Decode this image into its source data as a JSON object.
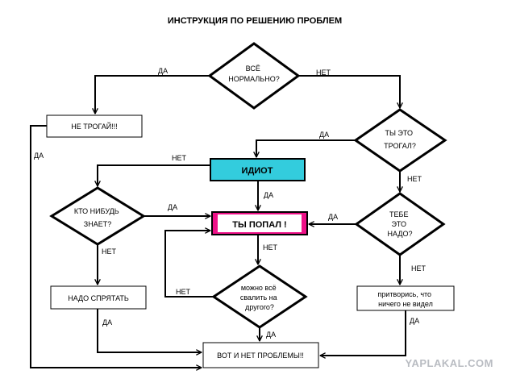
{
  "title": "ИНСТРУКЦИЯ ПО РЕШЕНИЮ ПРОБЛЕМ",
  "colors": {
    "line": "#000000",
    "idiot_fill": "#33ccdd",
    "popal_fill": "#ee1188",
    "watermark": "#b9bcc2"
  },
  "nodes": {
    "vse_normalno": [
      "ВСЁ",
      "НОРМАЛЬНО?"
    ],
    "ne_trogai": [
      "НЕ ТРОГАЙ!!!"
    ],
    "ty_eto_trogal": [
      "ТЫ ЭТО",
      "ТРОГАЛ?"
    ],
    "idiot": [
      "ИДИОТ"
    ],
    "kto_znaet": [
      "КТО НИБУДЬ",
      "ЗНАЕТ?"
    ],
    "ty_popal": [
      "ТЫ  ПОПАЛ !"
    ],
    "tebe_nado": [
      "ТЕБЕ",
      "ЭТО",
      "НАДО?"
    ],
    "nado_spryatat": [
      "НАДО СПРЯТАТЬ"
    ],
    "svalit": [
      "можно всё",
      "свалить на",
      "другого?"
    ],
    "pritvoris": [
      "притворись, что",
      "ничего    не видел"
    ],
    "net_problemy": [
      "ВОТ И НЕТ  ПРОБЛЕМЫ!!"
    ]
  },
  "edge_labels": {
    "da": "ДА",
    "net": "НЕТ"
  },
  "watermark": "YAPLAKAL.COM"
}
